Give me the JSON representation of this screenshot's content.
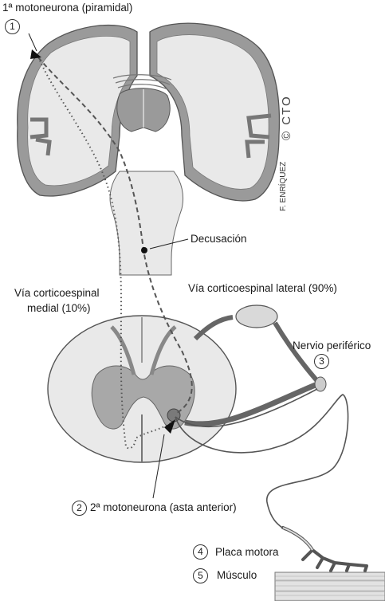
{
  "labels": {
    "first_motoneuron": "1ª motoneurona (piramidal)",
    "decussation": "Decusación",
    "medial_tract_line1": "Vía corticoespinal",
    "medial_tract_line2": "medial (10%)",
    "lateral_tract": "Vía corticoespinal lateral (90%)",
    "peripheral_nerve": "Nervio periférico",
    "second_motoneuron": "2ª motoneurona (asta anterior)",
    "motor_plate": "Placa motora",
    "muscle": "Músculo"
  },
  "markers": {
    "m1": "1",
    "m2": "2",
    "m3": "3",
    "m4": "4",
    "m5": "5"
  },
  "branding": {
    "logo": "© CTO",
    "illustrator": "F. ENRÍQUEZ"
  },
  "colors": {
    "tissue_fill": "#e9e9e9",
    "cortex_gray": "#9a9a9a",
    "gray_matter": "#a8a8a8",
    "outline": "#555555",
    "tract_dash": "#555555"
  }
}
